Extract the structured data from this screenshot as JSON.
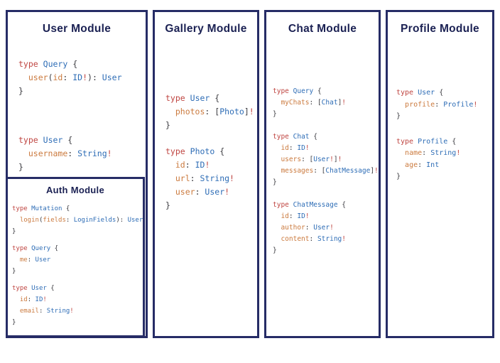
{
  "colors": {
    "border": "#262c66",
    "heading": "#1b2153",
    "keyword": "#bf4541",
    "type": "#2e6db6",
    "field": "#cb7a3e",
    "plain": "#3b3b40",
    "bang": "#bf4541"
  },
  "panels": [
    {
      "title": "User Module",
      "code_blocks": [
        {
          "lines": [
            [
              [
                "kw",
                "type"
              ],
              [
                "pl",
                " "
              ],
              [
                "ty",
                "Query"
              ],
              [
                "pl",
                " {"
              ]
            ],
            [
              [
                "pl",
                "  "
              ],
              [
                "fd",
                "user"
              ],
              [
                "pl",
                "("
              ],
              [
                "fd",
                "id"
              ],
              [
                "pl",
                ": "
              ],
              [
                "ty",
                "ID"
              ],
              [
                "bang",
                "!"
              ],
              [
                "pl",
                "): "
              ],
              [
                "ty",
                "User"
              ]
            ],
            [
              [
                "pl",
                "}"
              ]
            ]
          ]
        },
        {
          "lines": [
            [
              [
                "kw",
                "type"
              ],
              [
                "pl",
                " "
              ],
              [
                "ty",
                "User"
              ],
              [
                "pl",
                " {"
              ]
            ],
            [
              [
                "pl",
                "  "
              ],
              [
                "fd",
                "username"
              ],
              [
                "pl",
                ": "
              ],
              [
                "ty",
                "String"
              ],
              [
                "bang",
                "!"
              ]
            ],
            [
              [
                "pl",
                "}"
              ]
            ]
          ]
        }
      ],
      "sub_panel": {
        "title": "Auth Module",
        "code_blocks": [
          {
            "lines": [
              [
                [
                  "kw",
                  "type"
                ],
                [
                  "pl",
                  " "
                ],
                [
                  "ty",
                  "Mutation"
                ],
                [
                  "pl",
                  " {"
                ]
              ],
              [
                [
                  "pl",
                  "  "
                ],
                [
                  "fd",
                  "login"
                ],
                [
                  "pl",
                  "("
                ],
                [
                  "fd",
                  "fields"
                ],
                [
                  "pl",
                  ": "
                ],
                [
                  "ty",
                  "LoginFields"
                ],
                [
                  "pl",
                  "): "
                ],
                [
                  "ty",
                  "User"
                ]
              ],
              [
                [
                  "pl",
                  "}"
                ]
              ]
            ]
          },
          {
            "lines": [
              [
                [
                  "kw",
                  "type"
                ],
                [
                  "pl",
                  " "
                ],
                [
                  "ty",
                  "Query"
                ],
                [
                  "pl",
                  " {"
                ]
              ],
              [
                [
                  "pl",
                  "  "
                ],
                [
                  "fd",
                  "me"
                ],
                [
                  "pl",
                  ": "
                ],
                [
                  "ty",
                  "User"
                ]
              ],
              [
                [
                  "pl",
                  "}"
                ]
              ]
            ]
          },
          {
            "lines": [
              [
                [
                  "kw",
                  "type"
                ],
                [
                  "pl",
                  " "
                ],
                [
                  "ty",
                  "User"
                ],
                [
                  "pl",
                  " {"
                ]
              ],
              [
                [
                  "pl",
                  "  "
                ],
                [
                  "fd",
                  "id"
                ],
                [
                  "pl",
                  ": "
                ],
                [
                  "ty",
                  "ID"
                ],
                [
                  "bang",
                  "!"
                ]
              ],
              [
                [
                  "pl",
                  "  "
                ],
                [
                  "fd",
                  "email"
                ],
                [
                  "pl",
                  ": "
                ],
                [
                  "ty",
                  "String"
                ],
                [
                  "bang",
                  "!"
                ]
              ],
              [
                [
                  "pl",
                  "}"
                ]
              ]
            ]
          }
        ]
      }
    },
    {
      "title": "Gallery Module",
      "code_blocks": [
        {
          "lines": [
            [
              [
                "kw",
                "type"
              ],
              [
                "pl",
                " "
              ],
              [
                "ty",
                "User"
              ],
              [
                "pl",
                " {"
              ]
            ],
            [
              [
                "pl",
                "  "
              ],
              [
                "fd",
                "photos"
              ],
              [
                "pl",
                ": ["
              ],
              [
                "ty",
                "Photo"
              ],
              [
                "pl",
                "]"
              ],
              [
                "bang",
                "!"
              ]
            ],
            [
              [
                "pl",
                "}"
              ]
            ]
          ]
        },
        {
          "lines": [
            [
              [
                "kw",
                "type"
              ],
              [
                "pl",
                " "
              ],
              [
                "ty",
                "Photo"
              ],
              [
                "pl",
                " {"
              ]
            ],
            [
              [
                "pl",
                "  "
              ],
              [
                "fd",
                "id"
              ],
              [
                "pl",
                ": "
              ],
              [
                "ty",
                "ID"
              ],
              [
                "bang",
                "!"
              ]
            ],
            [
              [
                "pl",
                "  "
              ],
              [
                "fd",
                "url"
              ],
              [
                "pl",
                ": "
              ],
              [
                "ty",
                "String"
              ],
              [
                "bang",
                "!"
              ]
            ],
            [
              [
                "pl",
                "  "
              ],
              [
                "fd",
                "user"
              ],
              [
                "pl",
                ": "
              ],
              [
                "ty",
                "User"
              ],
              [
                "bang",
                "!"
              ]
            ],
            [
              [
                "pl",
                "}"
              ]
            ]
          ]
        }
      ]
    },
    {
      "title": "Chat Module",
      "code_blocks": [
        {
          "lines": [
            [
              [
                "kw",
                "type"
              ],
              [
                "pl",
                " "
              ],
              [
                "ty",
                "Query"
              ],
              [
                "pl",
                " {"
              ]
            ],
            [
              [
                "pl",
                "  "
              ],
              [
                "fd",
                "myChats"
              ],
              [
                "pl",
                ": ["
              ],
              [
                "ty",
                "Chat"
              ],
              [
                "pl",
                "]"
              ],
              [
                "bang",
                "!"
              ]
            ],
            [
              [
                "pl",
                "}"
              ]
            ]
          ]
        },
        {
          "lines": [
            [
              [
                "kw",
                "type"
              ],
              [
                "pl",
                " "
              ],
              [
                "ty",
                "Chat"
              ],
              [
                "pl",
                " {"
              ]
            ],
            [
              [
                "pl",
                "  "
              ],
              [
                "fd",
                "id"
              ],
              [
                "pl",
                ": "
              ],
              [
                "ty",
                "ID"
              ],
              [
                "bang",
                "!"
              ]
            ],
            [
              [
                "pl",
                "  "
              ],
              [
                "fd",
                "users"
              ],
              [
                "pl",
                ": ["
              ],
              [
                "ty",
                "User"
              ],
              [
                "bang",
                "!"
              ],
              [
                "pl",
                "]"
              ],
              [
                "bang",
                "!"
              ]
            ],
            [
              [
                "pl",
                "  "
              ],
              [
                "fd",
                "messages"
              ],
              [
                "pl",
                ": ["
              ],
              [
                "ty",
                "ChatMessage"
              ],
              [
                "pl",
                "]"
              ],
              [
                "bang",
                "!"
              ]
            ],
            [
              [
                "pl",
                "}"
              ]
            ]
          ]
        },
        {
          "lines": [
            [
              [
                "kw",
                "type"
              ],
              [
                "pl",
                " "
              ],
              [
                "ty",
                "ChatMessage"
              ],
              [
                "pl",
                " {"
              ]
            ],
            [
              [
                "pl",
                "  "
              ],
              [
                "fd",
                "id"
              ],
              [
                "pl",
                ": "
              ],
              [
                "ty",
                "ID"
              ],
              [
                "bang",
                "!"
              ]
            ],
            [
              [
                "pl",
                "  "
              ],
              [
                "fd",
                "author"
              ],
              [
                "pl",
                ": "
              ],
              [
                "ty",
                "User"
              ],
              [
                "bang",
                "!"
              ]
            ],
            [
              [
                "pl",
                "  "
              ],
              [
                "fd",
                "content"
              ],
              [
                "pl",
                ": "
              ],
              [
                "ty",
                "String"
              ],
              [
                "bang",
                "!"
              ]
            ],
            [
              [
                "pl",
                "}"
              ]
            ]
          ]
        }
      ]
    },
    {
      "title": "Profile Module",
      "code_blocks": [
        {
          "lines": [
            [
              [
                "kw",
                "type"
              ],
              [
                "pl",
                " "
              ],
              [
                "ty",
                "User"
              ],
              [
                "pl",
                " {"
              ]
            ],
            [
              [
                "pl",
                "  "
              ],
              [
                "fd",
                "profile"
              ],
              [
                "pl",
                ": "
              ],
              [
                "ty",
                "Profile"
              ],
              [
                "bang",
                "!"
              ]
            ],
            [
              [
                "pl",
                "}"
              ]
            ]
          ]
        },
        {
          "lines": [
            [
              [
                "kw",
                "type"
              ],
              [
                "pl",
                " "
              ],
              [
                "ty",
                "Profile"
              ],
              [
                "pl",
                " {"
              ]
            ],
            [
              [
                "pl",
                "  "
              ],
              [
                "fd",
                "name"
              ],
              [
                "pl",
                ": "
              ],
              [
                "ty",
                "String"
              ],
              [
                "bang",
                "!"
              ]
            ],
            [
              [
                "pl",
                "  "
              ],
              [
                "fd",
                "age"
              ],
              [
                "pl",
                ": "
              ],
              [
                "ty",
                "Int"
              ]
            ],
            [
              [
                "pl",
                "}"
              ]
            ]
          ]
        }
      ]
    }
  ]
}
